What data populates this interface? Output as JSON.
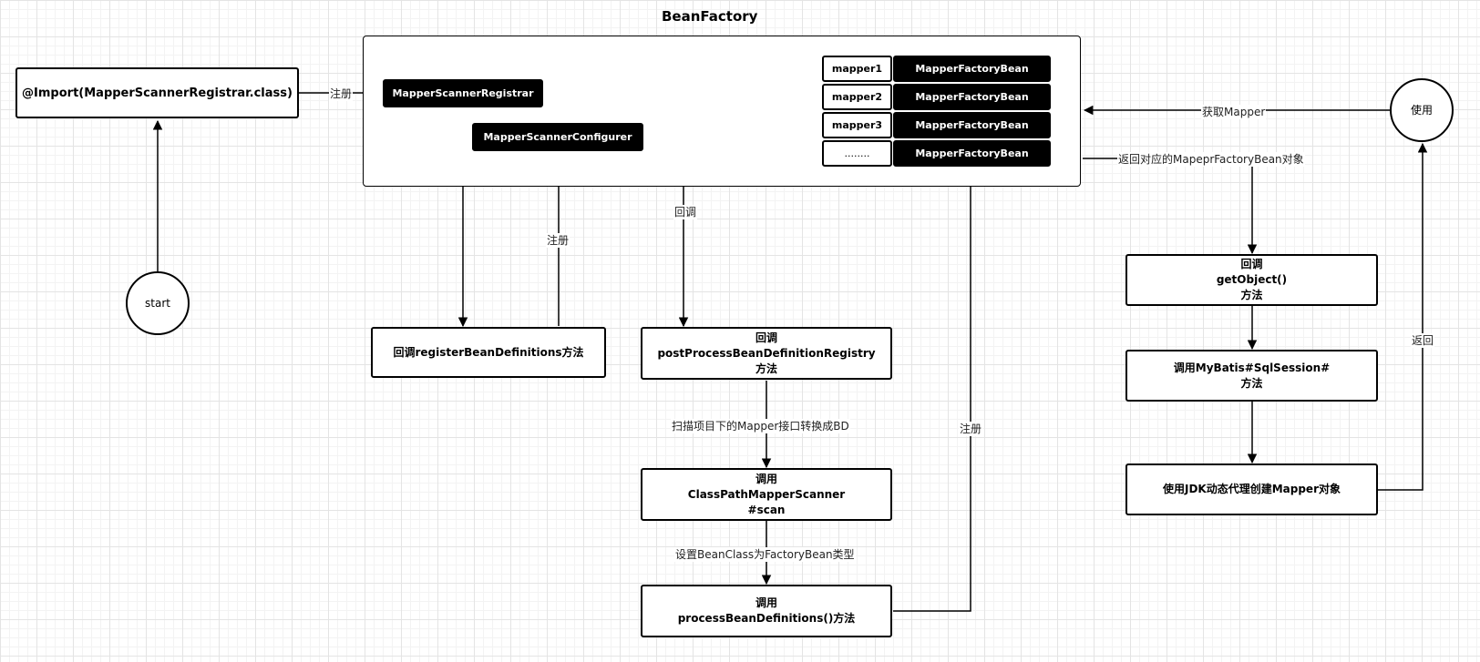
{
  "title": "BeanFactory",
  "nodes": {
    "import": "@Import(MapperScannerRegistrar.class)",
    "registrar": "MapperScannerRegistrar",
    "configurer": "MapperScannerConfigurer",
    "start": "start",
    "register_bd": "回调registerBeanDefinitions方法",
    "post_process": "回调\npostProcessBeanDefinitionRegistry\n方法",
    "cp_scanner": "调用\nClassPathMapperScanner\n#scan",
    "process_bd": "调用\nprocessBeanDefinitions()方法",
    "get_object": "回调\ngetObject()\n方法",
    "sqlsession": "调用MyBatis#SqlSession#\n方法",
    "jdk_proxy": "使用JDK动态代理创建Mapper对象",
    "use": "使用"
  },
  "mapper_table": [
    {
      "name": "mapper1",
      "bean": "MapperFactoryBean"
    },
    {
      "name": "mapper2",
      "bean": "MapperFactoryBean"
    },
    {
      "name": "mapper3",
      "bean": "MapperFactoryBean"
    },
    {
      "name": "........",
      "bean": "MapperFactoryBean"
    }
  ],
  "edge_labels": {
    "register_1": "注册",
    "register_2": "注册",
    "register_3": "注册",
    "callback": "回调",
    "scan": "扫描项目下的Mapper接口转换成BD",
    "set_beanclass": "设置BeanClass为FactoryBean类型",
    "get_mapper": "获取Mapper",
    "return_bean": "返回对应的MapeprFactoryBean对象",
    "return": "返回"
  }
}
